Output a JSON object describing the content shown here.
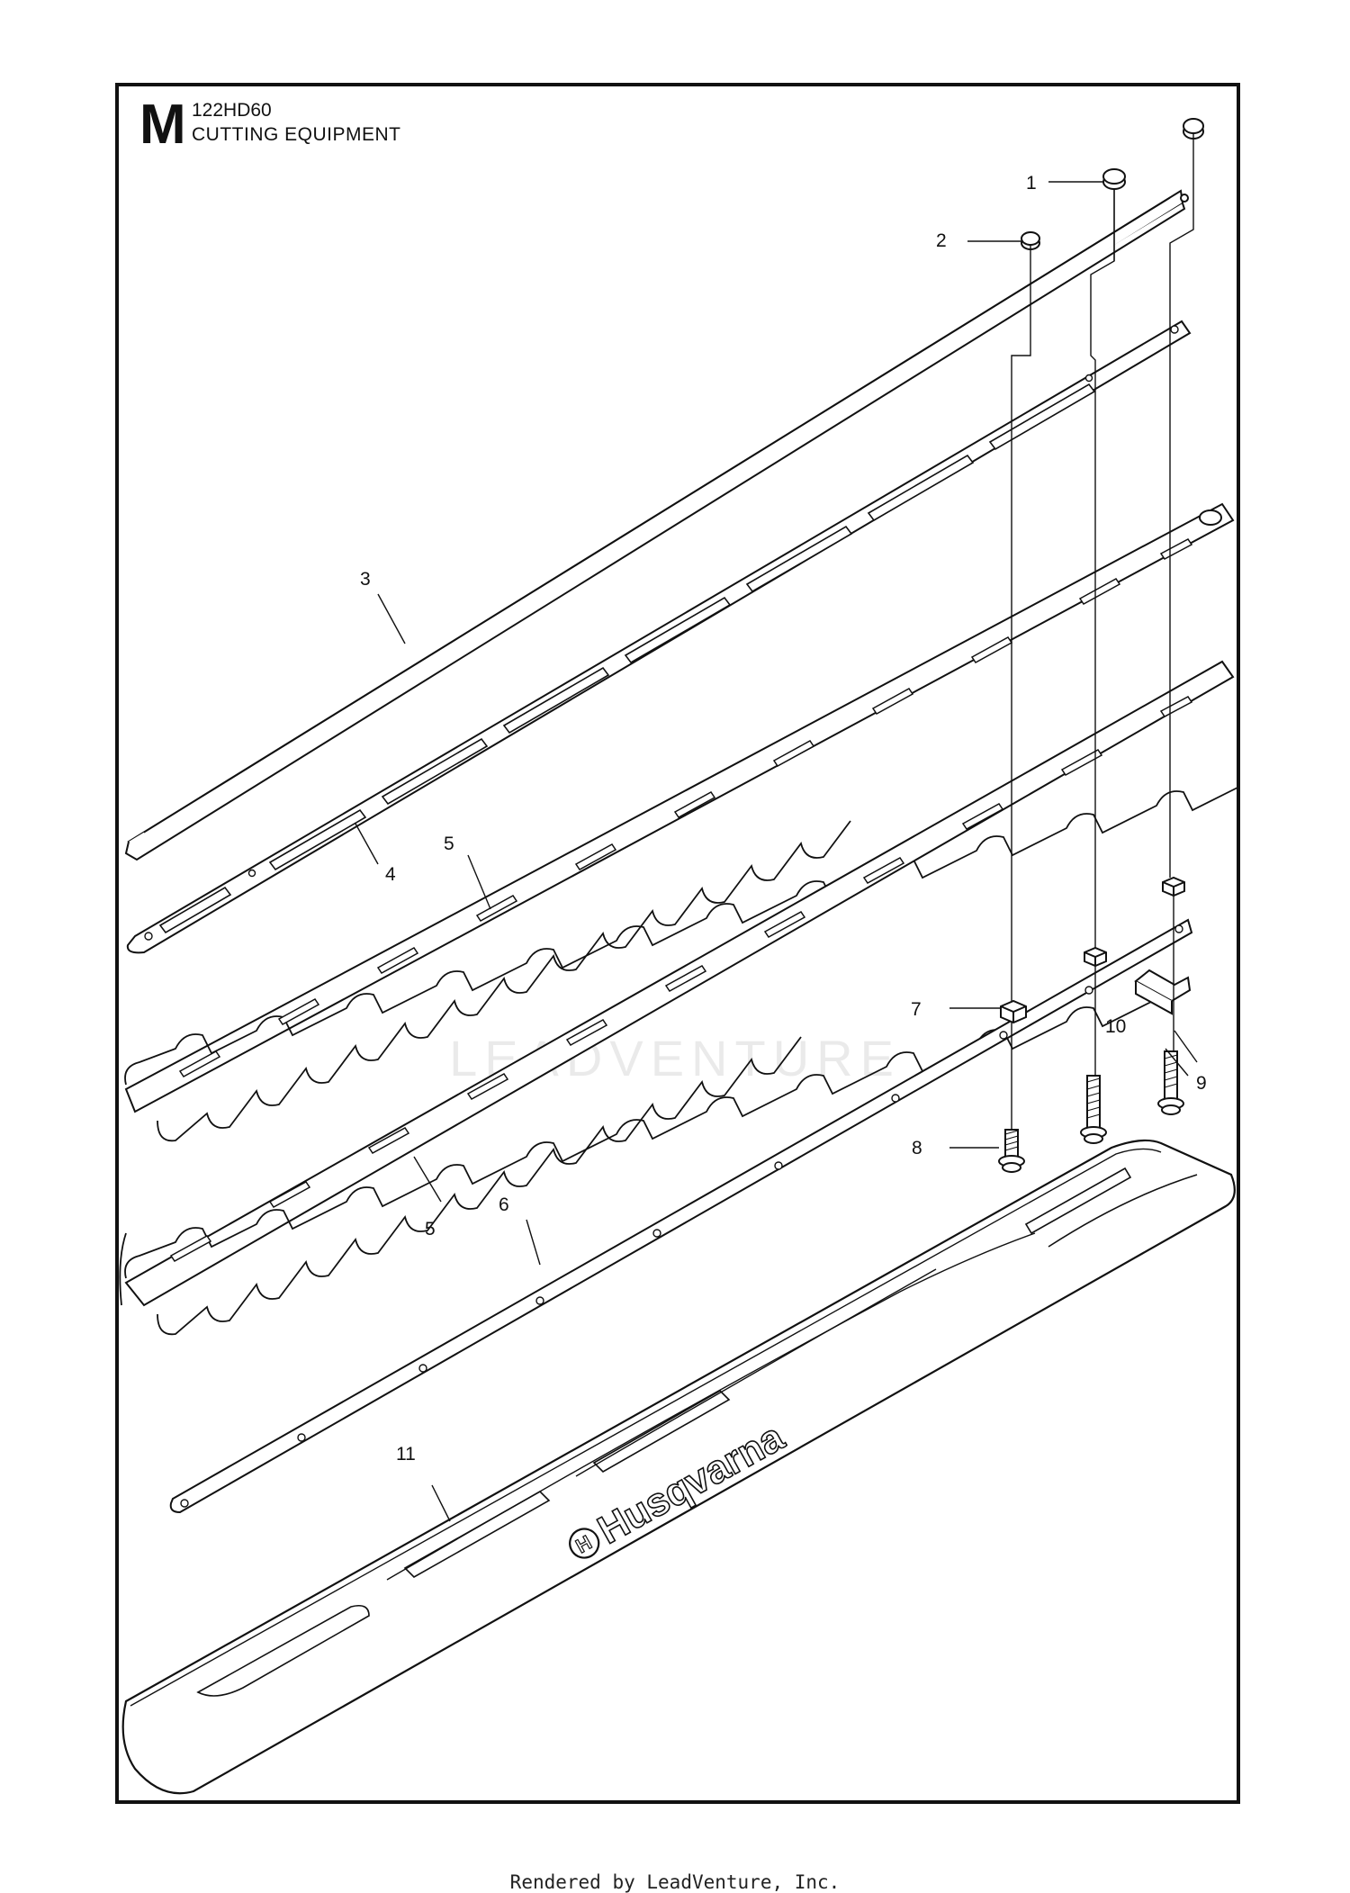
{
  "header": {
    "section_letter": "M",
    "model": "122HD60",
    "section_title": "CUTTING EQUIPMENT"
  },
  "callouts": [
    "1",
    "2",
    "3",
    "4",
    "5",
    "5",
    "6",
    "7",
    "8",
    "9",
    "10",
    "11"
  ],
  "logo_text": "Husqvarna",
  "watermark_text": "LEADVENTURE",
  "footer": "Rendered by LeadVenture, Inc."
}
